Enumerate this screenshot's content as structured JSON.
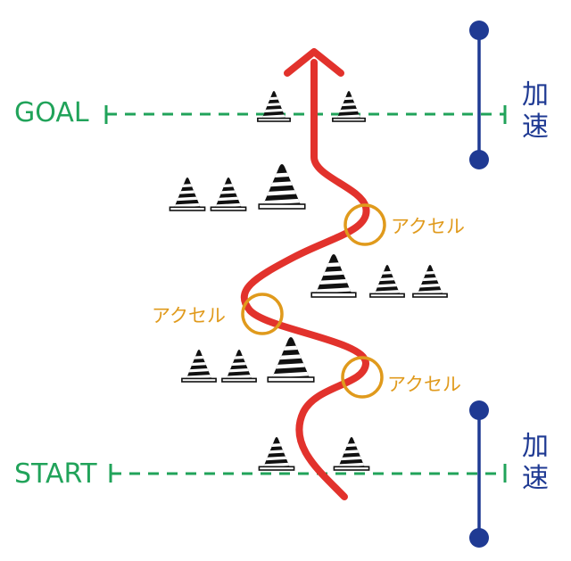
{
  "colors": {
    "line_green": "#21a35a",
    "path_red": "#e2322c",
    "accel_orange": "#e09a1c",
    "accel_blue": "#1f3a93",
    "cone_black": "#111111"
  },
  "labels": {
    "goal": "GOAL",
    "start": "START",
    "accel_1": "アクセル",
    "accel_2": "アクセル",
    "accel_3": "アクセル",
    "speed_up_top_1": "加",
    "speed_up_top_2": "速",
    "speed_up_bottom_1": "加",
    "speed_up_bottom_2": "速"
  },
  "icons": {
    "cone": "traffic-cone-icon",
    "arrow": "arrow-up-icon",
    "accel_marker": "circle-outline-icon",
    "range_marker": "dot-range-icon"
  }
}
